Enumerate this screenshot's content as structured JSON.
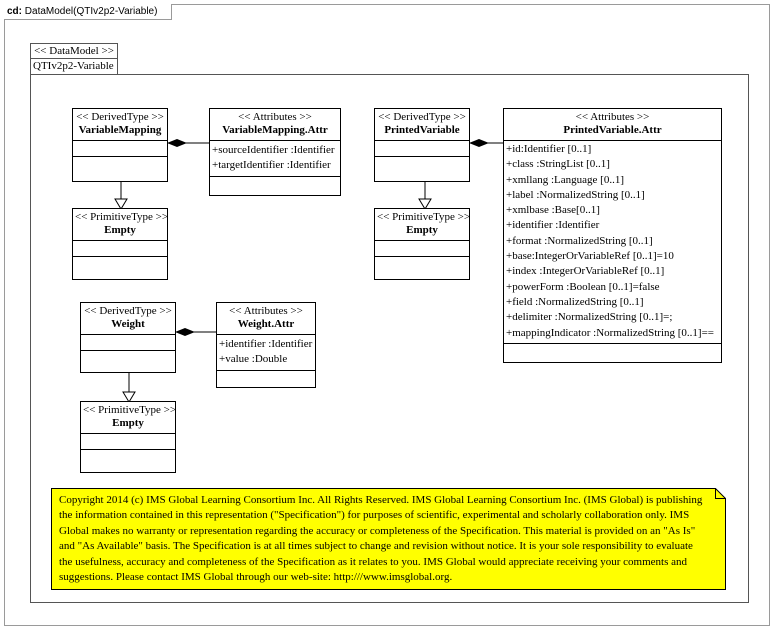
{
  "diagram": {
    "tab_prefix": "cd:",
    "tab_title": "DataModel(QTIv2p2-Variable)"
  },
  "package": {
    "stereotype": "<< DataModel >>",
    "name": "QTIv2p2-Variable"
  },
  "classes": {
    "variable_mapping": {
      "stereotype": "<< DerivedType >>",
      "name": "VariableMapping"
    },
    "variable_mapping_attr": {
      "stereotype": "<< Attributes >>",
      "name": "VariableMapping.Attr",
      "attributes": [
        "+sourceIdentifier  :Identifier",
        "+targetIdentifier  :Identifier"
      ]
    },
    "empty_1": {
      "stereotype": "<< PrimitiveType >>",
      "name": "Empty"
    },
    "printed_variable": {
      "stereotype": "<< DerivedType >>",
      "name": "PrintedVariable"
    },
    "printed_variable_attr": {
      "stereotype": "<< Attributes >>",
      "name": "PrintedVariable.Attr",
      "attributes": [
        "+id:Identifier  [0..1]",
        "+class :StringList  [0..1]",
        "+xmllang  :Language [0..1]",
        "+label :NormalizedString  [0..1]",
        "+xmlbase :Base[0..1]",
        "+identifier  :Identifier",
        "+format :NormalizedString  [0..1]",
        "+base:IntegerOrVariableRef  [0..1]=10",
        "+index :IntegerOrVariableRef  [0..1]",
        "+powerForm :Boolean [0..1]=false",
        "+field :NormalizedString  [0..1]",
        "+delimiter  :NormalizedString  [0..1]=;",
        "+mappingIndicator  :NormalizedString  [0..1]=="
      ]
    },
    "empty_2": {
      "stereotype": "<< PrimitiveType >>",
      "name": "Empty"
    },
    "weight": {
      "stereotype": "<< DerivedType >>",
      "name": "Weight"
    },
    "weight_attr": {
      "stereotype": "<< Attributes >>",
      "name": "Weight.Attr",
      "attributes": [
        "+identifier  :Identifier",
        "+value :Double"
      ]
    },
    "empty_3": {
      "stereotype": "<< PrimitiveType >>",
      "name": "Empty"
    }
  },
  "note": {
    "text": "Copyright  2014 (c) IMS Global Learning Consortium Inc.  All Rights Reserved.  IMS Global Learning Consortium Inc. (IMS Global) is publishing the information contained in this representation (\"Specification\") for purposes of scientific, experimental and scholarly collaboration only.  IMS Global makes no warranty or representation regarding the accuracy or completeness of the Specification.  This material is provided on an \"As Is\" and \"As Available\" basis.  The Specification is at all times subject to change and revision without notice.  It is your sole responsibility to evaluate the usefulness, accuracy and completeness of the Specification as it relates to you.  IMS Global would appreciate receiving your comments and suggestions.  Please contact IMS Global through our web-site: http:///www.imsglobal.org.",
    "fill_color": "#ffff00"
  }
}
